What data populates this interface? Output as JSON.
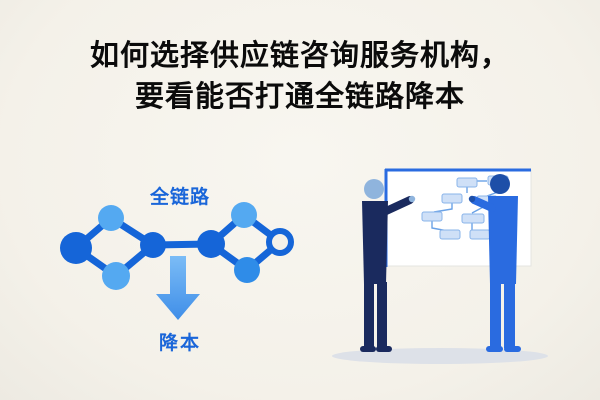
{
  "title": {
    "line1": "如何选择供应链咨询服务机构，",
    "line2": "要看能否打通全链路降本"
  },
  "chain": {
    "top_label": "全链路",
    "bottom_label": "降本"
  },
  "icons": {
    "chain_diagram": "chain-link-network",
    "down_arrow": "down-arrow",
    "scene": "two-people-at-whiteboard-flowchart"
  },
  "colors": {
    "background": "#f4f1e9",
    "title_text": "#0b0b0b",
    "accent_blue_dark": "#1565d8",
    "accent_blue_light": "#54a9f1",
    "accent_blue_mid": "#2f8ce8",
    "label_blue": "#1a66d9",
    "person_left_body": "#1a2a5e",
    "person_right_body": "#2a6be0",
    "board_fill": "#ffffff",
    "flow_box_fill": "#cfe0f7",
    "shadow": "#dde1e8"
  }
}
